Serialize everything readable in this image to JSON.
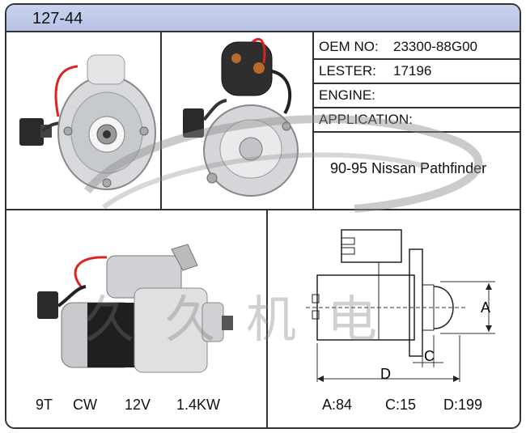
{
  "header": {
    "model": "127-44"
  },
  "specs": [
    {
      "label": "OEM NO:",
      "value": "23300-88G00"
    },
    {
      "label": "LESTER:",
      "value": "17196"
    },
    {
      "label": "ENGINE:",
      "value": ""
    },
    {
      "label": "APPLICATION:",
      "value": ""
    }
  ],
  "application": "90-95 Nissan Pathfinder",
  "ratings": {
    "teeth": "9T",
    "rotation": "CW",
    "voltage": "12V",
    "power": "1.4KW"
  },
  "diagram": {
    "label_a": "A",
    "label_c": "C",
    "label_d": "D"
  },
  "dimensions": {
    "a": "A:84",
    "c": "C:15",
    "d": "D:199"
  },
  "watermark": {
    "chars": "久久机电"
  },
  "colors": {
    "header": "#bcc6e8",
    "border": "#333333",
    "wire": "#d22222"
  }
}
